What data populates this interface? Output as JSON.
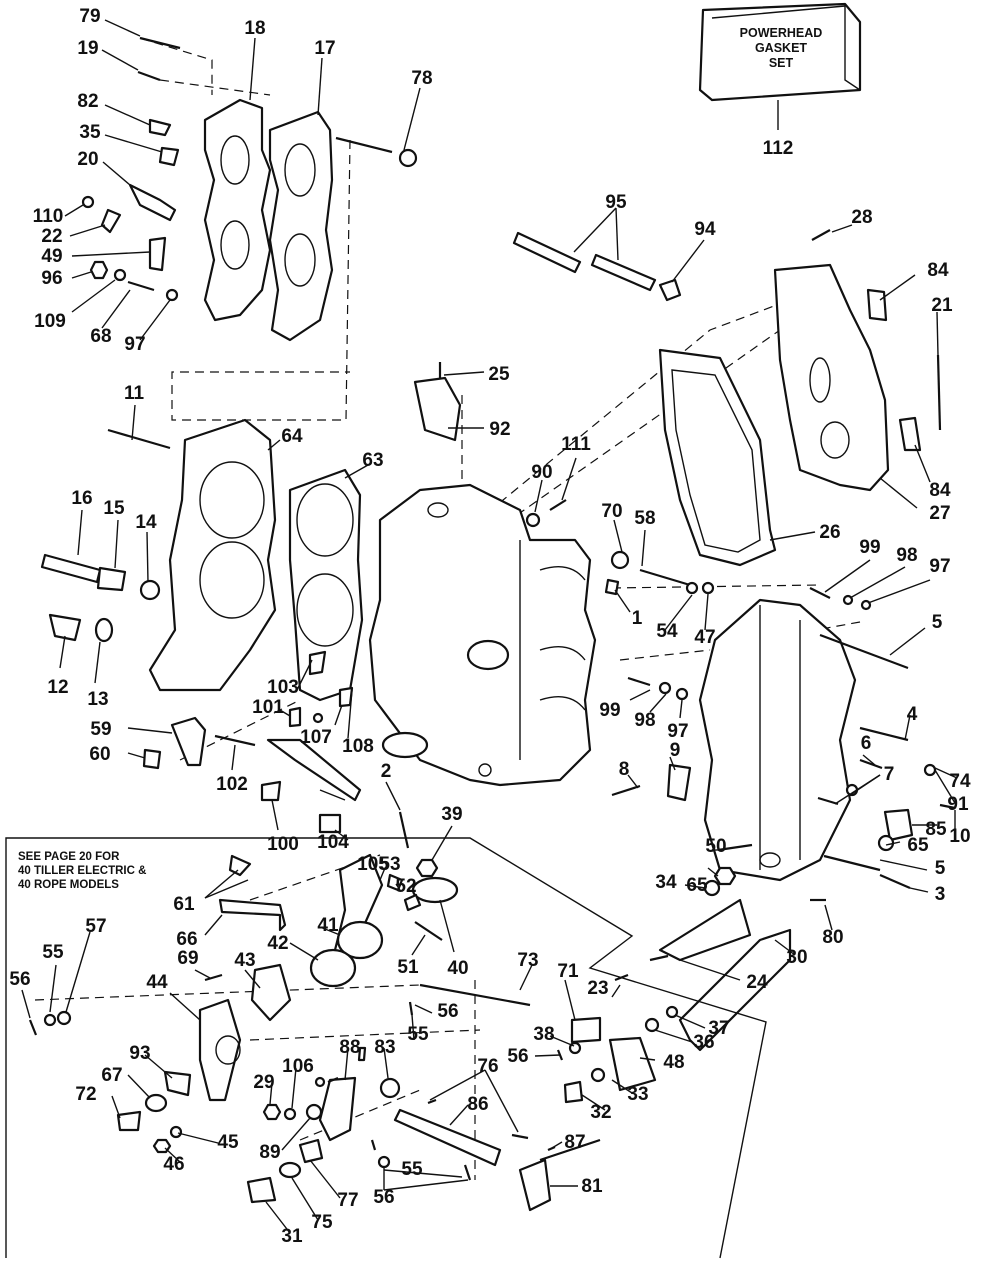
{
  "gasket_set_box": {
    "line1": "POWERHEAD",
    "line2": "GASKET",
    "line3": "SET",
    "number": "112"
  },
  "note": {
    "line1": "SEE PAGE 20 FOR",
    "line2": "40 TILLER ELECTRIC &",
    "line3": "40 ROPE MODELS"
  },
  "part_numbers": [
    "79",
    "19",
    "18",
    "17",
    "78",
    "82",
    "35",
    "20",
    "110",
    "22",
    "49",
    "96",
    "109",
    "68",
    "97",
    "95",
    "94",
    "28",
    "84",
    "21",
    "84",
    "27",
    "25",
    "92",
    "11",
    "64",
    "63",
    "90",
    "111",
    "70",
    "58",
    "26",
    "16",
    "15",
    "14",
    "1",
    "54",
    "47",
    "99",
    "98",
    "97",
    "5",
    "12",
    "13",
    "103",
    "101",
    "107",
    "108",
    "59",
    "60",
    "102",
    "100",
    "104",
    "105",
    "2",
    "39",
    "99",
    "98",
    "97",
    "9",
    "4",
    "6",
    "8",
    "7",
    "74",
    "91",
    "85",
    "10",
    "65",
    "50",
    "65",
    "5",
    "34",
    "3",
    "53",
    "52",
    "61",
    "66",
    "41",
    "42",
    "40",
    "51",
    "57",
    "55",
    "56",
    "69",
    "43",
    "44",
    "73",
    "71",
    "23",
    "55",
    "56",
    "37",
    "36",
    "38",
    "56",
    "48",
    "93",
    "67",
    "83",
    "88",
    "76",
    "106",
    "29",
    "33",
    "32",
    "72",
    "86",
    "45",
    "46",
    "89",
    "87",
    "77",
    "55",
    "56",
    "31",
    "75",
    "81",
    "24",
    "30",
    "80"
  ]
}
